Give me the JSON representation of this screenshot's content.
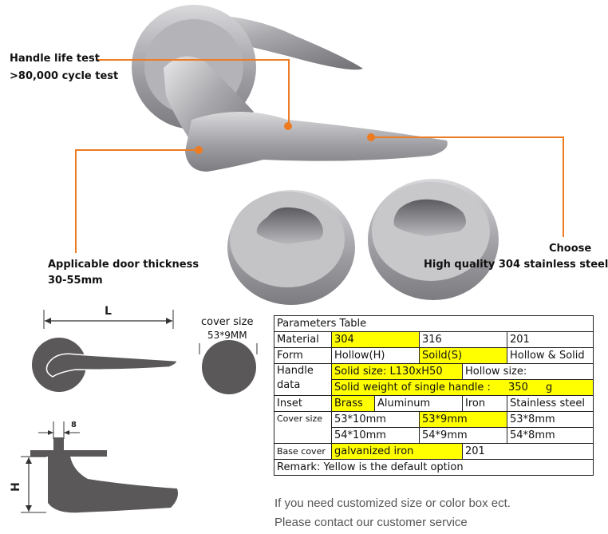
{
  "callouts": {
    "life_test_title": "Handle life test",
    "life_test_detail": ">80,000 cycle test",
    "door_title": "Applicable door thickness",
    "door_detail": "30-55mm",
    "steel_title": "Choose",
    "steel_detail": "High quality 304 stainless steel"
  },
  "diagram": {
    "length_label": "L",
    "height_label": "H",
    "width_label": "8",
    "cover_size_title": "cover size",
    "cover_size_value": "53*9MM"
  },
  "table": {
    "title": "Parameters Table",
    "material_label": "Material",
    "material_options": [
      "304",
      "316",
      "201"
    ],
    "form_label": "Form",
    "form_options": [
      "Hollow(H)",
      "Soild(S)",
      "Hollow & Solid"
    ],
    "handle_label_1": "Handle",
    "handle_label_2": "data",
    "solid_size": "Solid size: L130xH50",
    "hollow_size": "Hollow size:",
    "solid_weight_label": "Solid weight of single handle :",
    "solid_weight_value": "350",
    "solid_weight_unit": "g",
    "inset_label": "Inset",
    "inset_options": [
      "Brass",
      "Aluminum",
      "Iron",
      "Stainless steel"
    ],
    "cover_label": "Cover size",
    "cover_row1": [
      "53*10mm",
      "53*9mm",
      "53*8mm"
    ],
    "cover_row2": [
      "54*10mm",
      "54*9mm",
      "54*8mm"
    ],
    "base_label": "Base cover",
    "base_options": [
      "galvanized iron",
      "201"
    ],
    "remark": "Remark: Yellow is the default option"
  },
  "footer": {
    "line1": "If you need customized size or color box ect.",
    "line2": "Please contact our customer service"
  },
  "colors": {
    "callout_orange": "#ee7b22",
    "default_yellow": "#ffff00",
    "diagram_gray": "#5a5858"
  }
}
